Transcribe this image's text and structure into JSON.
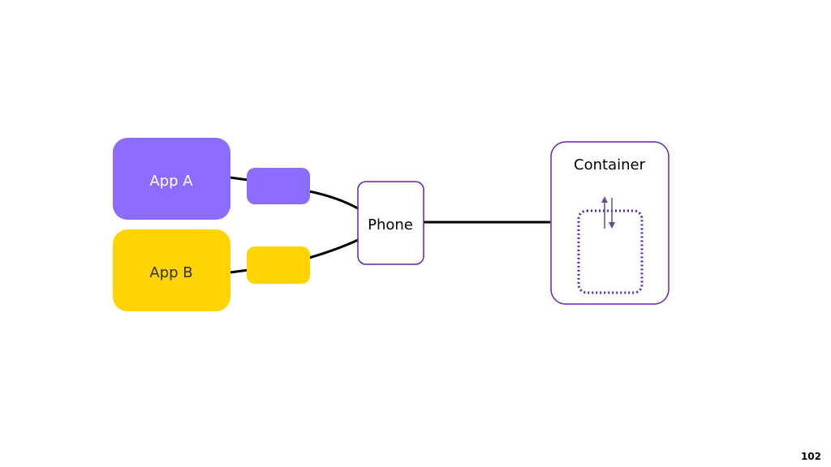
{
  "nodes": {
    "app_a": {
      "label": "App A",
      "color": "#8C6CFF",
      "text_color": "#ffffff"
    },
    "app_b": {
      "label": "App B",
      "color": "#FFD400",
      "text_color": "#333333"
    },
    "phone": {
      "label": "Phone",
      "border_color": "#6B21A8",
      "text_color": "#000000"
    },
    "container": {
      "label": "Container",
      "border_color": "#6B21A8",
      "text_color": "#000000"
    }
  },
  "connector_colors": {
    "app_a_port": "#8C6CFF",
    "app_b_port": "#FFD400",
    "lines": "#000000",
    "inner_dotted": "#5B21B6",
    "arrows": "#6B4C8A"
  },
  "slide_number": "102"
}
